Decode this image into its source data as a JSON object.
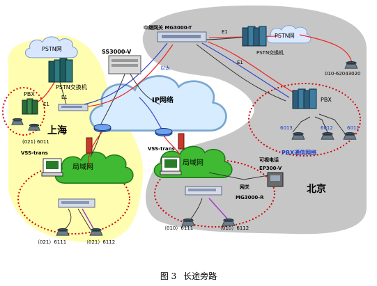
{
  "regions": {
    "shanghai": "上海",
    "beijing": "北京"
  },
  "clouds": {
    "pstn_left": "PSTN网",
    "pstn_right": "PSTN网",
    "ip": "IP网络",
    "lan_left": "局域网",
    "lan_right": "局域网"
  },
  "devices": {
    "ss3000": "SS3000-V",
    "trunk_gateway": "中继网关  MG3000-T",
    "pstn_switch_left": "PSTN交换机",
    "pstn_switch_right": "PSTN交换机",
    "pbx_left": "PBX",
    "pbx_right": "PBX",
    "vss_left": "VSS-trans",
    "vss_right": "VSS-trans",
    "videophone_title": "可视电话",
    "videophone_model": "EP300-V",
    "gateway_title": "网关",
    "gateway_model": "MG3000-R",
    "pbx_network": "PBX通信网络"
  },
  "links": {
    "e1_left": "E1",
    "e1_pbx_left": "E1",
    "e1_trunk_top": "E1",
    "e1_trunk_mid": "E1",
    "ethernet": "以太"
  },
  "phones": {
    "bj_external": "010-62043020",
    "pbx_6013": "6013",
    "pbx_6012": "6012",
    "pbx_6011": "6011",
    "sh_pbx_6011": "(021) 6011",
    "sh_6111": "（021）6111",
    "sh_6112": "（021）6112",
    "bj_6111": "（010）6111",
    "bj_6112": "（010）6112"
  },
  "caption": {
    "figure": "图 3",
    "title": "长途旁路"
  }
}
